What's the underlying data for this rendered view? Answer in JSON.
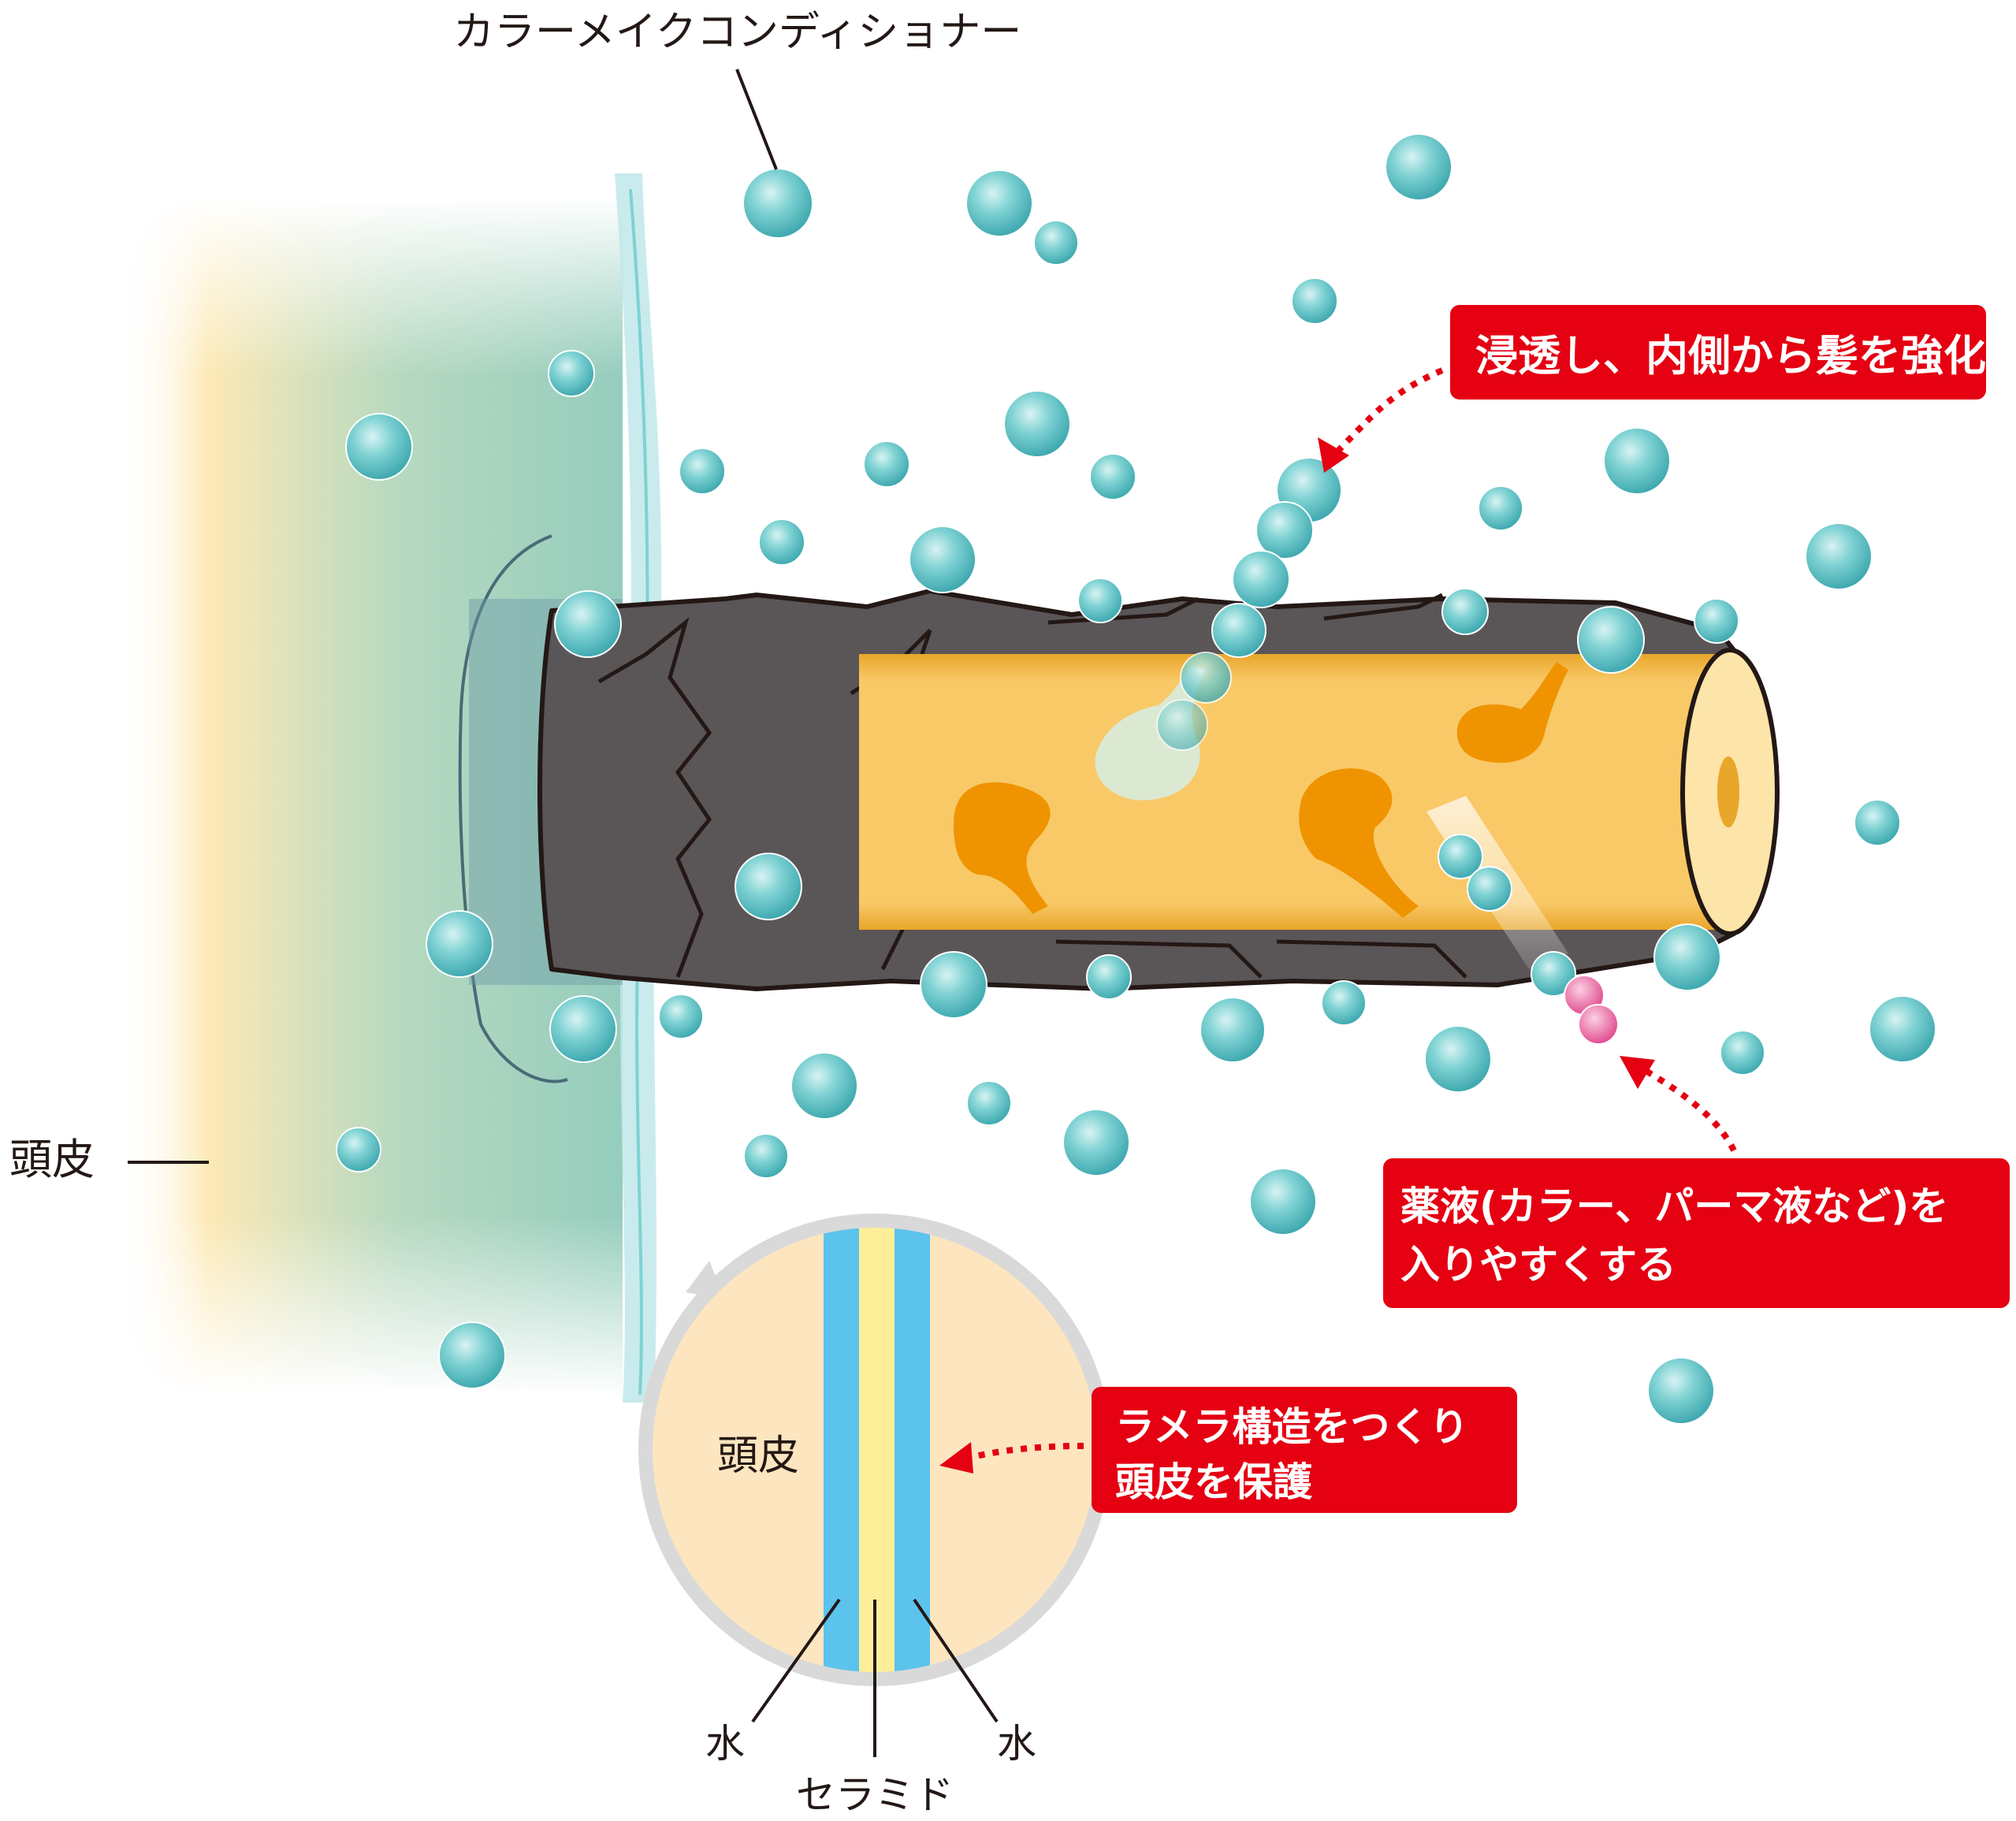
{
  "labels": {
    "conditioner": "カラーメイクコンディショナー",
    "scalp_outer": "頭皮",
    "scalp_inset": "頭皮",
    "water_left": "水",
    "water_right": "水",
    "ceramide": "セラミド"
  },
  "callouts": {
    "strengthen": "浸透し、内側から髪を強化",
    "chemical_line1": "薬液(カラー、パーマ液など)を",
    "chemical_line2": "入りやすくする",
    "lamella_line1": "ラメラ構造をつくり",
    "lamella_line2": "頭皮を保護"
  },
  "colors": {
    "callout_red": "#e50012",
    "droplet": "#5ec4c8",
    "hair_core": "#f9c968",
    "hair_cuticle": "#5a5556",
    "scalp_green": "#9ccfbf",
    "scalp_yellow": "#fde9b5",
    "water_blue": "#5bc3ec",
    "ceramide_yellow": "#fdef99",
    "pink_drop": "#e9619c"
  }
}
